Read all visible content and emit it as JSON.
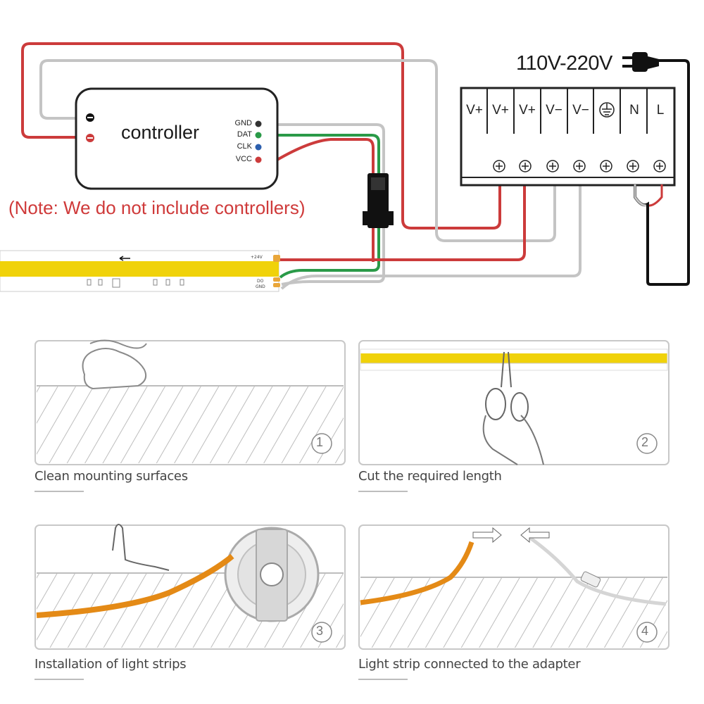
{
  "wiring": {
    "voltage": "110V-220V",
    "note": "(Note: We do not include controllers)",
    "controller": {
      "title": "controller",
      "pins": [
        "GND",
        "DAT",
        "CLK",
        "VCC"
      ]
    },
    "power_terminals": [
      "V+",
      "V+",
      "V+",
      "V−",
      "V−",
      "N",
      "L"
    ],
    "strip_labels": {
      "plus": "+24V",
      "data": "DO",
      "gnd": "GND"
    },
    "wire_colors": {
      "red": "#cc3b3b",
      "gray": "#c4c4c4",
      "green": "#2a9a48",
      "black": "#111111",
      "strip": "#f0d20a"
    }
  },
  "steps": [
    {
      "number": "1",
      "caption": "Clean mounting surfaces"
    },
    {
      "number": "2",
      "caption": "Cut the required length"
    },
    {
      "number": "3",
      "caption": "Installation of light strips"
    },
    {
      "number": "4",
      "caption": "Light strip connected to the adapter"
    }
  ]
}
